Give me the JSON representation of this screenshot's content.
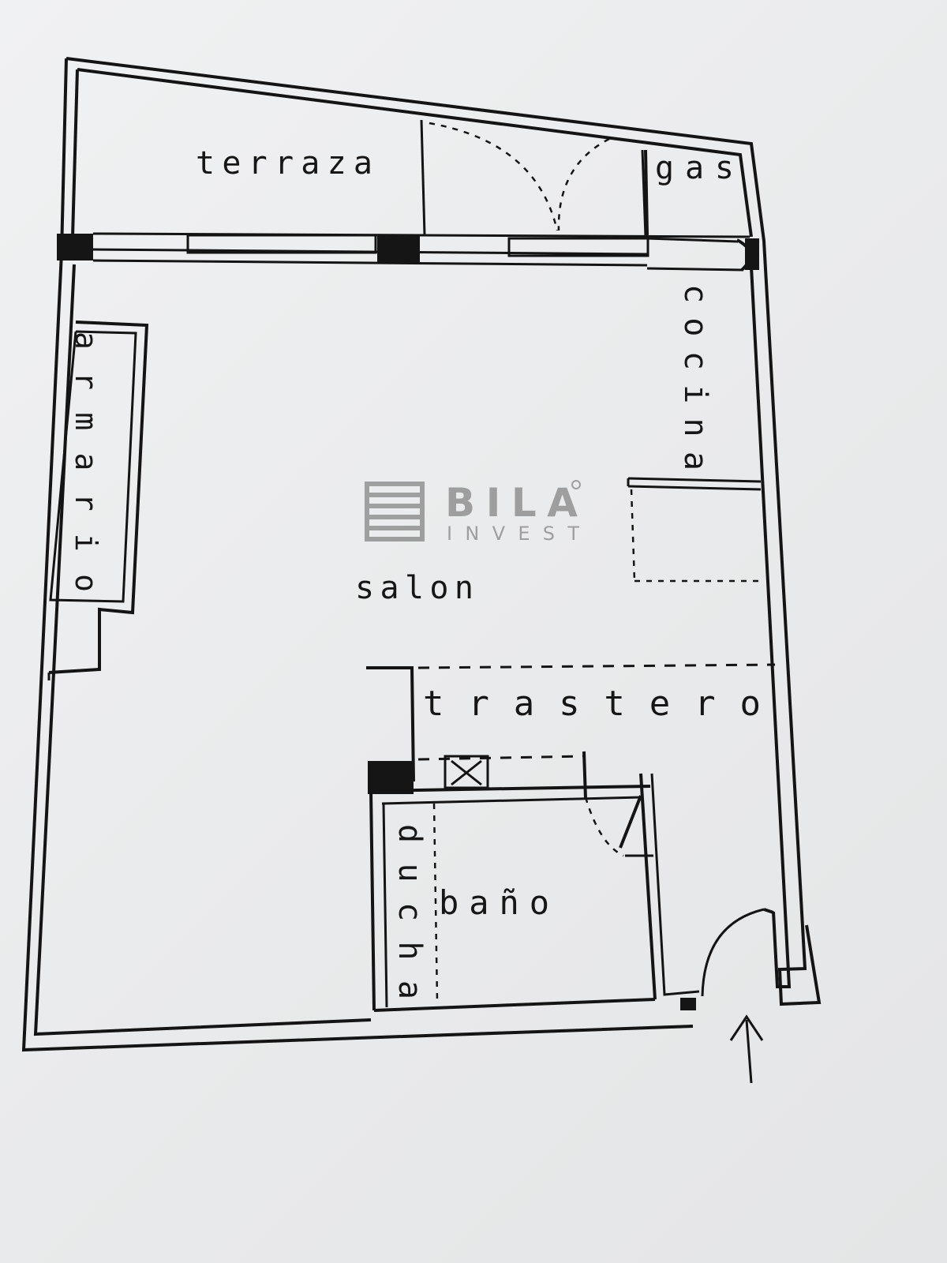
{
  "rooms": {
    "terraza": "terraza",
    "gas": "gas",
    "cocina": "cocina",
    "armario": "armario",
    "salon": "salon",
    "trastero": "trastero",
    "ducha": "ducha",
    "bano": "baño"
  },
  "watermark": {
    "brand": "BILA",
    "sub": "INVEST",
    "color": "#8c8c8c"
  },
  "colors": {
    "ink": "#141414",
    "paper": "#ecedee"
  },
  "icons": {
    "entrance": "entrance-arrow-icon",
    "logo": "bila-logo-icon"
  }
}
